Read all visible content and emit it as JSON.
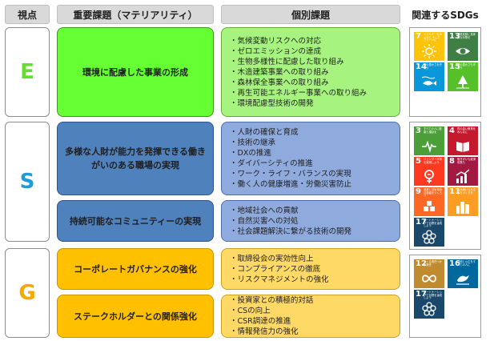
{
  "headers": {
    "viewpoint": "視点",
    "materiality": "重要課題（マテリアリティ）",
    "issues": "個別課題",
    "sdgs": "関連するSDGs"
  },
  "rows": {
    "e": {
      "letter": "E",
      "letter_color": "#66dd33",
      "materiality": "環境に配慮した事業の形成",
      "issues": [
        "気候変動リスクへの対応",
        "ゼロエミッションの達成",
        "生物多様性に配慮した取り組み",
        "木造建築事業への取り組み",
        "森林保全事業への取り組み",
        "再生可能エネルギー事業への取り組み",
        "環境配慮型技術の開発"
      ]
    },
    "s": {
      "letter": "S",
      "letter_color": "#1f9bd7",
      "materiality1": "多様な人財が能力を発揮できる働きがいのある職場の実現",
      "issues1": [
        "人財の確保と育成",
        "技術の継承",
        "DXの推進",
        "ダイバーシティの推進",
        "ワーク・ライフ・バランスの実現",
        "働く人の健康増進・労働災害防止"
      ],
      "materiality2": "持続可能なコミュニティーの実現",
      "issues2": [
        "地域社会への貢献",
        "自然災害への対処",
        "社会課題解決に繋がる技術の開発"
      ]
    },
    "g": {
      "letter": "G",
      "letter_color": "#f5a800",
      "materiality1": "コーポレートガバナンスの強化",
      "issues1": [
        "取締役会の実効性向上",
        "コンプライアンスの徹底",
        "リスクマネジメントの強化"
      ],
      "materiality2": "ステークホルダーとの関係強化",
      "issues2": [
        "投資家との積極的対話",
        "CSの向上",
        "CSR調達の推進",
        "情報発信力の強化"
      ]
    }
  },
  "sdgs": {
    "e": [
      {
        "num": "7",
        "title": "エネルギーをみんなに そしてクリーンに",
        "color": "#fcc30b",
        "icon": "sun-icon"
      },
      {
        "num": "13",
        "title": "気候変動に具体的な対策を",
        "color": "#3f7e44",
        "icon": "eye-icon"
      },
      {
        "num": "14",
        "title": "海の豊かさを守ろう",
        "color": "#0a97d9",
        "icon": "fish-icon"
      },
      {
        "num": "15",
        "title": "陸の豊かさも守ろう",
        "color": "#56c02b",
        "icon": "tree-icon"
      }
    ],
    "s": [
      {
        "num": "3",
        "title": "すべての人に健康と福祉を",
        "color": "#4c9f38",
        "icon": "heartbeat-icon"
      },
      {
        "num": "4",
        "title": "質の高い教育をみんなに",
        "color": "#c5192d",
        "icon": "book-icon"
      },
      {
        "num": "5",
        "title": "ジェンダー平等を実現しよう",
        "color": "#ff3a21",
        "icon": "gender-icon"
      },
      {
        "num": "8",
        "title": "働きがいも経済成長も",
        "color": "#a21942",
        "icon": "growth-chart-icon"
      },
      {
        "num": "9",
        "title": "産業と技術革新の基盤をつくろう",
        "color": "#fd6925",
        "icon": "cubes-icon"
      },
      {
        "num": "11",
        "title": "住み続けられるまちづくりを",
        "color": "#fd9d24",
        "icon": "buildings-icon"
      },
      {
        "num": "17",
        "title": "パートナーシップで目標を達成しよう",
        "color": "#19486a",
        "icon": "rings-icon"
      }
    ],
    "g": [
      {
        "num": "12",
        "title": "つくる責任つかう責任",
        "color": "#bf8b2e",
        "icon": "infinity-icon"
      },
      {
        "num": "16",
        "title": "平和と公正をすべての人に",
        "color": "#00689d",
        "icon": "dove-icon"
      },
      {
        "num": "17",
        "title": "パートナーシップで目標を達成しよう",
        "color": "#19486a",
        "icon": "rings-icon"
      }
    ]
  }
}
